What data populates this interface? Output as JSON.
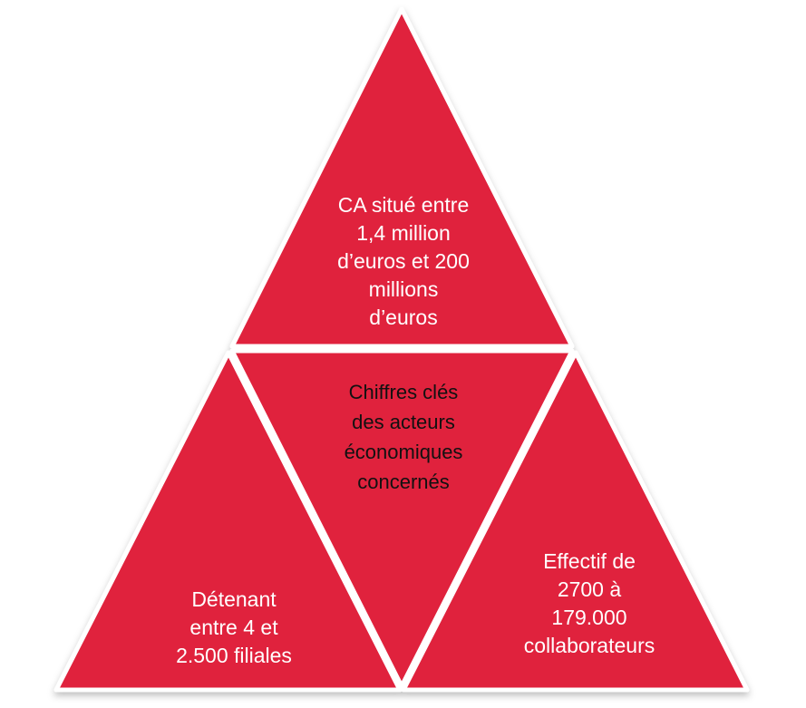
{
  "diagram": {
    "fill_color": "#E0223D",
    "stroke_color": "#FFFFFF",
    "top": {
      "text": "CA situé entre\n1,4 million\nd’euros et 200\nmillions\nd’euros"
    },
    "center": {
      "text": "Chiffres clés\ndes acteurs\néconomiques\nconcernés"
    },
    "bottom_left": {
      "text": "Détenant\nentre 4 et\n2.500 filiales"
    },
    "bottom_right": {
      "text": "Effectif de\n2700 à\n179.000\ncollaborateurs"
    }
  }
}
